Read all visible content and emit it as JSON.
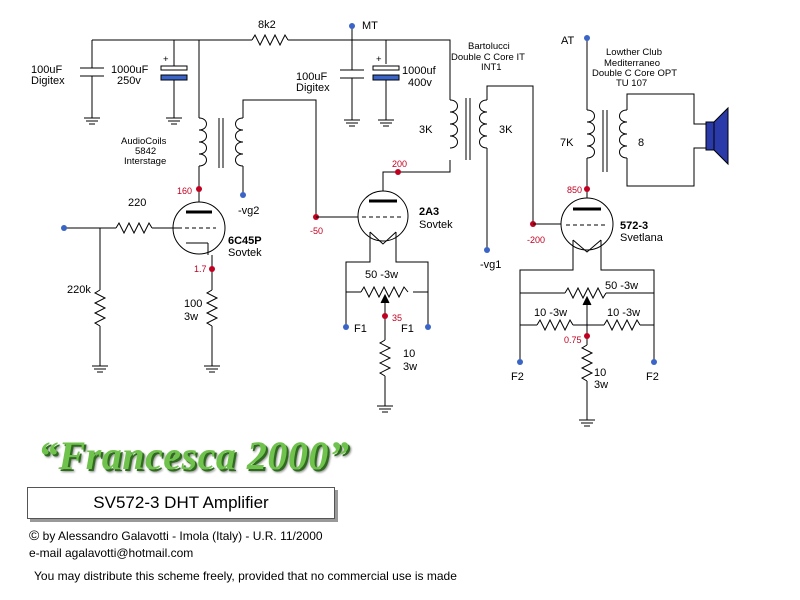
{
  "title": "“Francesca 2000”",
  "subtitle": "SV572-3  DHT Amplifier",
  "copyright_symbol": "©",
  "credit": "by Alessandro Galavotti - Imola (Italy) - U.R. 11/2000",
  "email": "e-mail  agalavotti@hotmail.com",
  "license": "You may distribute this scheme freely, provided that no commercial use is made",
  "rails": {
    "mt": "MT",
    "at": "AT"
  },
  "resistors": {
    "r_supply": "8k2",
    "r_grid": "220",
    "r_grid_leak": "220k",
    "r_cathode1": [
      "100",
      "3w"
    ],
    "r_hum_2a3": "50 -3w",
    "r_cath_2a3": [
      "10",
      "3w"
    ],
    "r_hum_572": "50 -3w",
    "r_bal_left": "10 -3w",
    "r_bal_right": "10 -3w",
    "r_cath_572": [
      "10",
      "3w"
    ]
  },
  "capacitors": {
    "c1": [
      "100uF",
      "Digitex"
    ],
    "c2": [
      "1000uF",
      "250v"
    ],
    "c3": [
      "100uF",
      "Digitex"
    ],
    "c4": [
      "1000uf",
      "400v"
    ]
  },
  "transformers": {
    "interstage": [
      "AudioCoils",
      "5842",
      "Interstage"
    ],
    "it2": [
      "Bartolucci",
      "Double C Core IT",
      "INT1"
    ],
    "it2_primary": "3K",
    "it2_secondary": "3K",
    "opt": [
      "Lowther Club",
      "Mediterraneo",
      "Double C Core OPT",
      "TU 107"
    ],
    "opt_primary": "7K",
    "opt_secondary": "8"
  },
  "tubes": {
    "v1": [
      "6C45P",
      "Sovtek"
    ],
    "v2": [
      "2A3",
      "Sovtek"
    ],
    "v3": [
      "572-3",
      "Svetlana"
    ]
  },
  "voltages": {
    "v1_plate": "160",
    "v1_cathode": "1.7",
    "v2_grid": "-50",
    "v2_plate": "200",
    "v2_cathode": "35",
    "v3_plate": "850",
    "v3_grid": "-200",
    "v3_cathode": "0.75"
  },
  "terminals": {
    "vg2": "-vg2",
    "vg1": "-vg1",
    "f1": "F1",
    "f2": "F2"
  },
  "colors": {
    "title_fill": "#6fc24b",
    "title_shadow": "#2f6b1f",
    "voltage_dot": "#c00020",
    "terminal_dot": "#3a64c8",
    "speaker": "#2a3aa8"
  },
  "icons": {
    "speaker": "speaker-icon",
    "copyright": "copyright-icon"
  }
}
